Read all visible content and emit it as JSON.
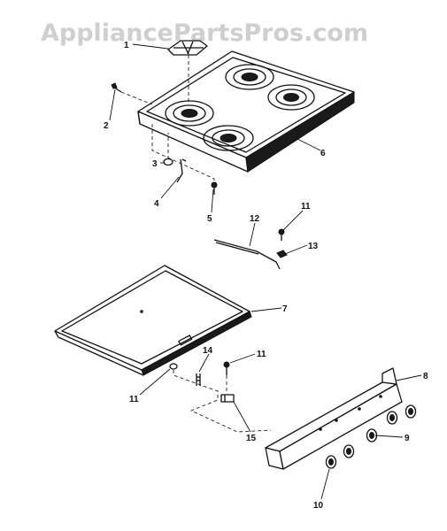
{
  "watermark": "AppliancePartsPros.com",
  "callouts": {
    "c1": "1",
    "c2": "2",
    "c3": "3",
    "c4": "4",
    "c5": "5",
    "c6": "6",
    "c7": "7",
    "c8": "8",
    "c9": "9",
    "c10": "10",
    "c11a": "11",
    "c11b": "11",
    "c11c": "11",
    "c12": "12",
    "c13": "13",
    "c14": "14",
    "c15": "15"
  }
}
